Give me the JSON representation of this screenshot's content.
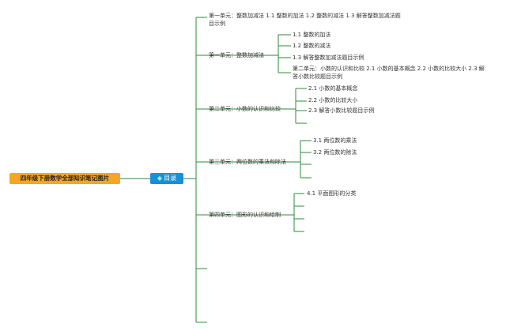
{
  "root": {
    "title": "四年级下册数学全部知识笔记图片"
  },
  "hub": {
    "icon": "diamond-icon",
    "label": "目录"
  },
  "top_note": "第一单元：整数加减法 1.1 整数的加法 1.2 整数的减法 1.3 解答整数加减法题目示例",
  "units": [
    {
      "title": "第一单元：整数加减法",
      "items": [
        "1.1 整数的加法",
        "1.2 整数的减法",
        "1.3 解答整数加减法题目示例",
        "第二单元：小数的认识和比较 2.1 小数的基本概念 2.2 小数的比较大小 2.3 解答小数比较题目示例"
      ]
    },
    {
      "title": "第二单元：小数的认识和比较",
      "items": [
        "2.1 小数的基本概念",
        "2.2 小数的比较大小",
        "2.3 解答小数比较题目示例"
      ]
    },
    {
      "title": "第三单元：两位数的乘法和除法",
      "items": [
        "3.1 两位数的乘法",
        "3.2 两位数的除法",
        ""
      ]
    },
    {
      "title": "第四单元：图形的认识和绘制",
      "items": [
        "4.1 平面图形的分类",
        "",
        "",
        ""
      ]
    }
  ]
}
